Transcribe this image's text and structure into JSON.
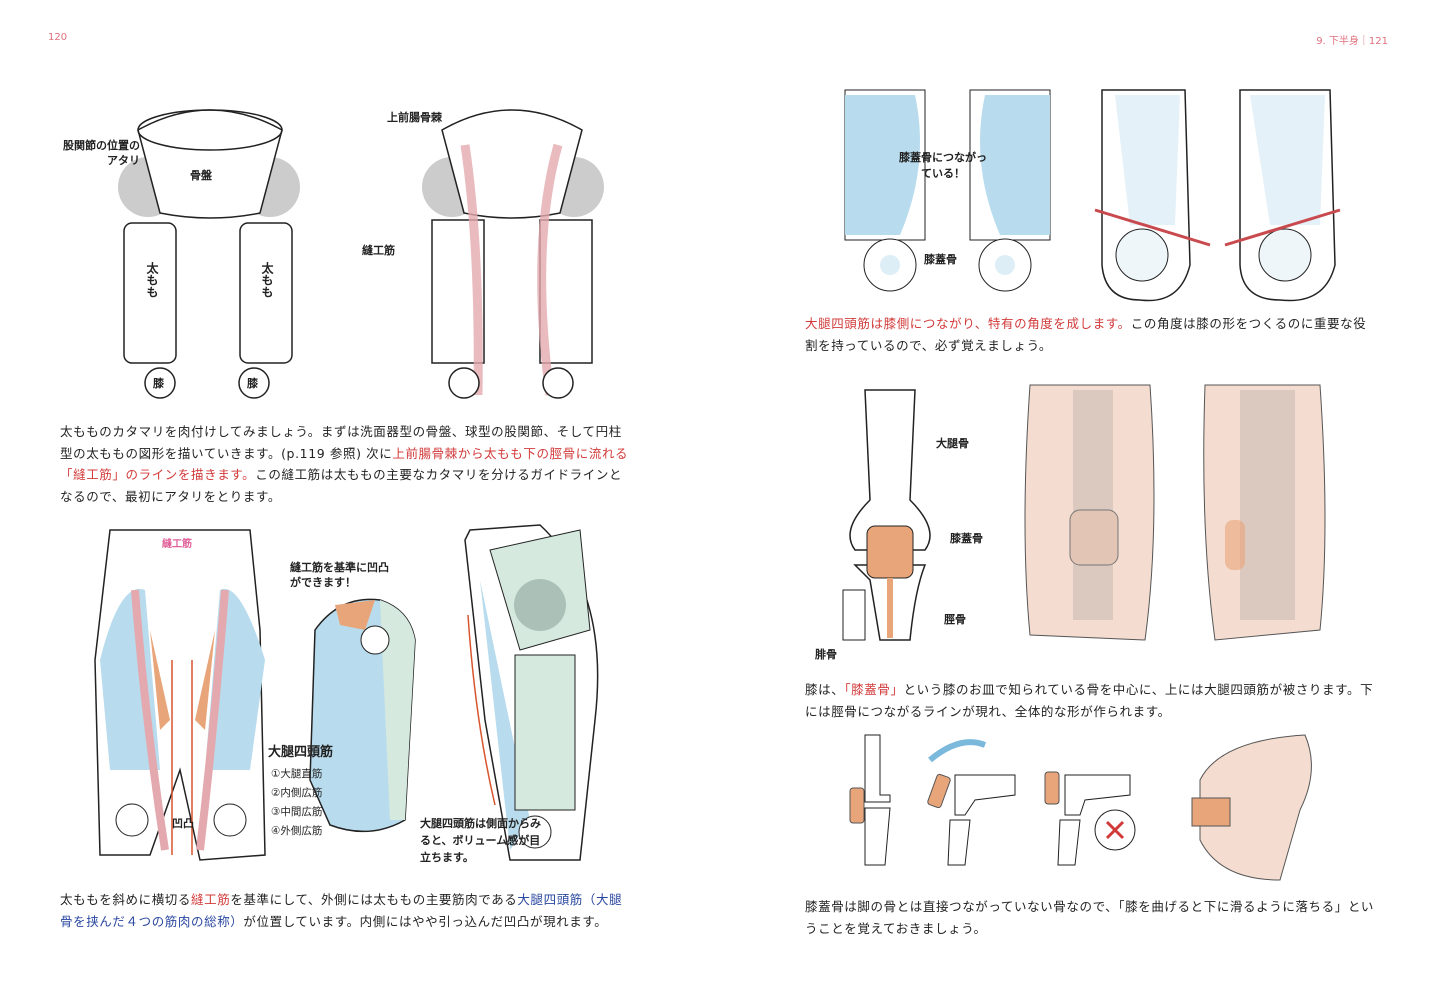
{
  "header": {
    "left_page_number": "120",
    "right_page_header": "9. 下半身｜121"
  },
  "fig1": {
    "hip_joint_label": "股関節の位置のアタリ",
    "pelvis": "骨盤",
    "thigh": "太もも",
    "knee": "膝",
    "asis": "上前腸骨棘",
    "sartorius": "縫工筋"
  },
  "para1": [
    {
      "t": "太もものカタマリを肉付けしてみましょう。まずは洗面器型の骨盤、球型の股関節、そして円柱型の太ももの図形を描いていきます。(p.119 参照) 次に",
      "c": ""
    },
    {
      "t": "上前腸骨棘から太もも下の脛骨に流れる「縫工筋」のラインを描きます。",
      "c": "red"
    },
    {
      "t": "この縫工筋は太ももの主要なカタマリを分けるガイドラインとなるので、最初にアタリをとります。",
      "c": ""
    }
  ],
  "fig2": {
    "sartorius": "縫工筋",
    "note": "縫工筋を基準に凹凸ができます！",
    "quadriceps": "大腿四頭筋",
    "muscles": [
      "①大腿直筋",
      "②内側広筋",
      "③中間広筋",
      "④外側広筋"
    ],
    "concave": "凹凸",
    "side_note": "大腿四頭筋は側面からみると、ボリューム感が目立ちます。"
  },
  "para2": [
    {
      "t": "太ももを斜めに横切る",
      "c": ""
    },
    {
      "t": "縫工筋",
      "c": "red"
    },
    {
      "t": "を基準にして、外側には太ももの主要筋肉である",
      "c": ""
    },
    {
      "t": "大腿四頭筋（大腿骨を挟んだ４つの筋肉の総称）",
      "c": "blue"
    },
    {
      "t": "が位置しています。内側にはやや引っ込んだ凹凸が現れます。",
      "c": ""
    }
  ],
  "fig3": {
    "note": "膝蓋骨につながっている！",
    "patella": "膝蓋骨"
  },
  "para3": [
    {
      "t": "大腿四頭筋は膝側につながり、特有の角度を成します。",
      "c": "red"
    },
    {
      "t": "この角度は膝の形をつくるのに重要な役割を持っているので、必ず覚えましょう。",
      "c": ""
    }
  ],
  "fig4": {
    "femur": "大腿骨",
    "patella": "膝蓋骨",
    "tibia": "脛骨",
    "fibula": "腓骨"
  },
  "para4": [
    {
      "t": "膝は、",
      "c": ""
    },
    {
      "t": "「膝蓋骨」",
      "c": "red"
    },
    {
      "t": "という膝のお皿で知られている骨を中心に、上には大腿四頭筋が被さります。下には脛骨につながるラインが現れ、全体的な形が作られます。",
      "c": ""
    }
  ],
  "para5": [
    {
      "t": "膝蓋骨は脚の骨とは直接つながっていない骨なので、「膝を曲げると下に滑るように落ちる」ということを覚えておきましょう。",
      "c": ""
    }
  ],
  "colors": {
    "accent_red": "#d23a3a",
    "accent_blue": "#2a47a0",
    "muscle_blue": "#b8dcee",
    "muscle_green": "#d5e9df",
    "patella_orange": "#e9a57a",
    "skin": "#f4ddd0"
  }
}
